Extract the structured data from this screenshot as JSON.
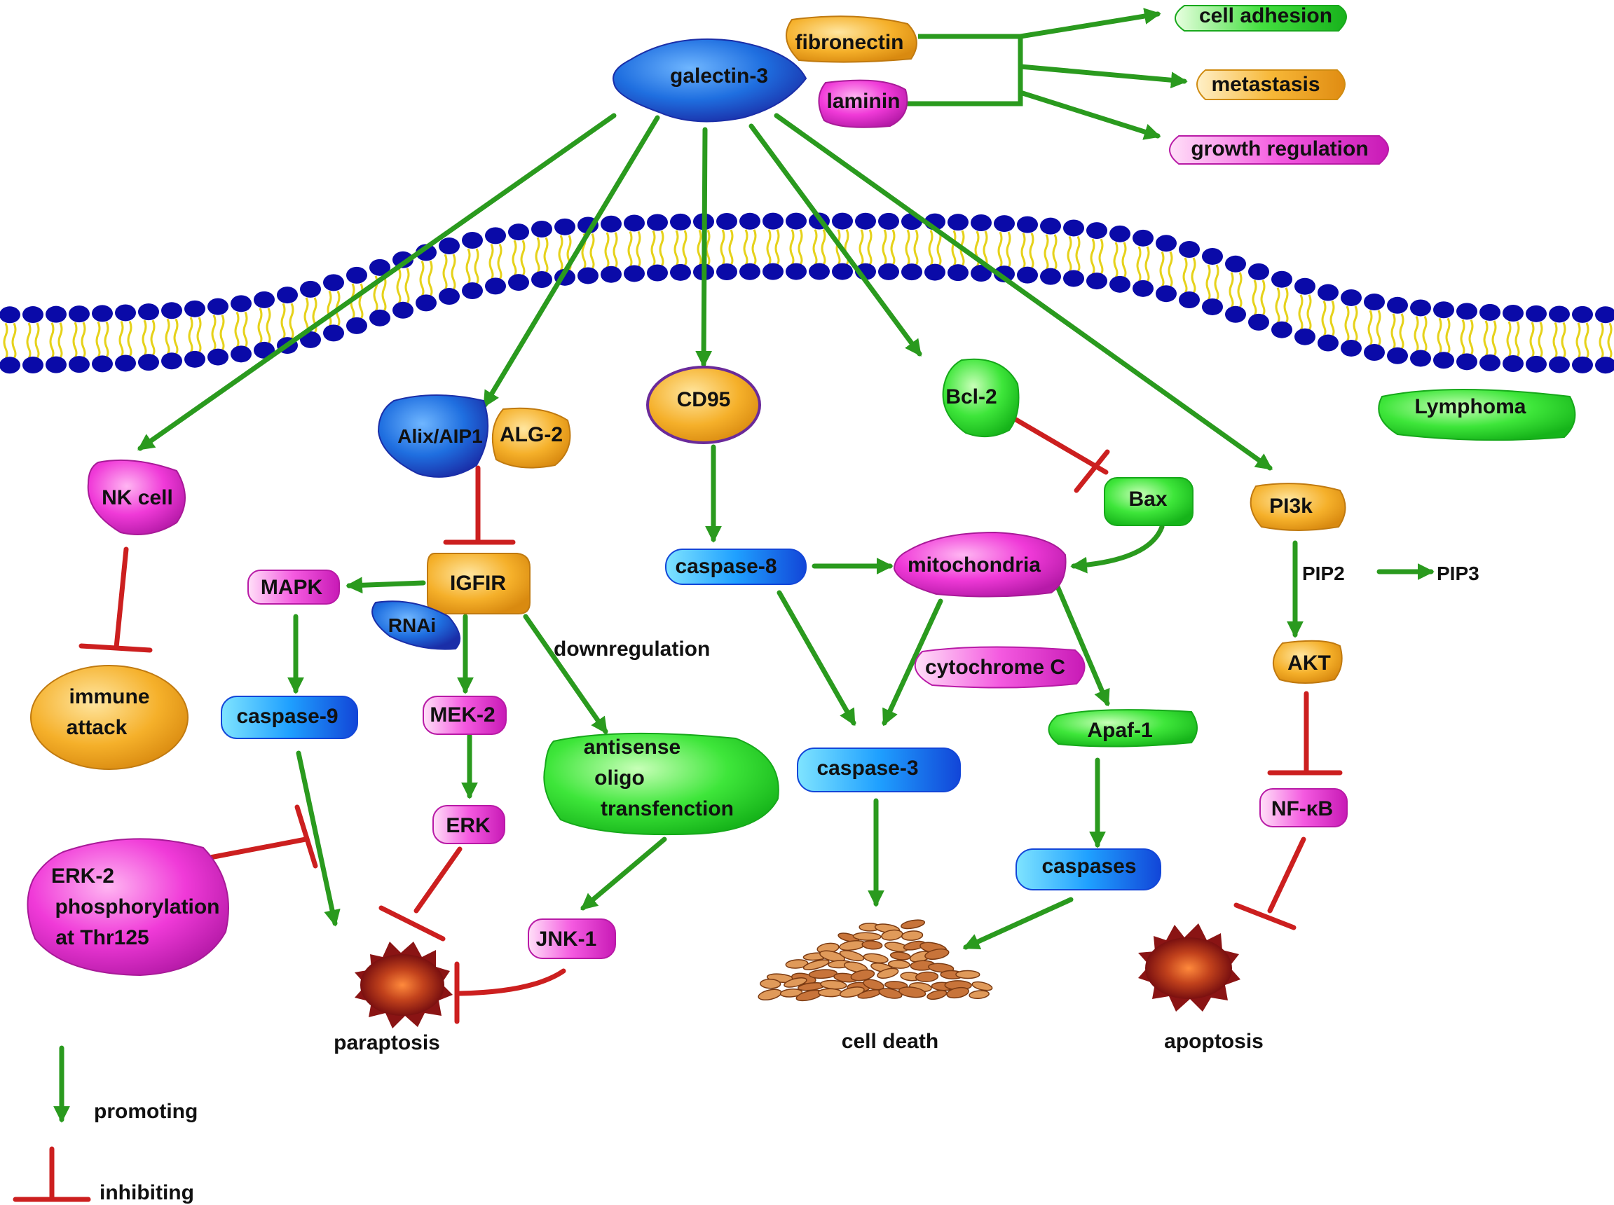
{
  "colors": {
    "promote": "#2a9a1e",
    "inhibit": "#cc1f1f",
    "head": "#0a0aa8",
    "tail": "#e6d21a"
  },
  "nodes": {
    "galectin3": "galectin-3",
    "fibronectin": "fibronectin",
    "laminin": "laminin",
    "cell_adhesion": "cell adhesion",
    "metastasis": "metastasis",
    "growth_regulation": "growth regulation",
    "lymphoma": "Lymphoma",
    "nk_cell": "NK cell",
    "immune_attack_1": "immune",
    "immune_attack_2": "attack",
    "alix": "Alix/AIP1",
    "alg2": "ALG-2",
    "igfir": "IGFIR",
    "mapk": "MAPK",
    "rnai": "RNAi",
    "caspase9": "caspase-9",
    "mek2": "MEK-2",
    "erk": "ERK",
    "downregulation": "downregulation",
    "antisense_1": "antisense",
    "antisense_2": "oligo",
    "antisense_3": "transfenction",
    "jnk1": "JNK-1",
    "erk2_1": "ERK-2",
    "erk2_2": "phosphorylation",
    "erk2_3": "at Thr125",
    "cd95": "CD95",
    "caspase8": "caspase-8",
    "caspase3": "caspase-3",
    "bcl2": "Bcl-2",
    "bax": "Bax",
    "mitochondria": "mitochondria",
    "cytochrome_c": "cytochrome C",
    "apaf1": "Apaf-1",
    "caspases": "caspases",
    "pi3k": "PI3k",
    "pip2": "PIP2",
    "pip3": "PIP3",
    "akt": "AKT",
    "nfkb": "NF-κB"
  },
  "outcomes": {
    "paraptosis": "paraptosis",
    "cell_death": "cell death",
    "apoptosis": "apoptosis"
  },
  "legend": {
    "promoting": "promoting",
    "inhibiting": "inhibiting"
  }
}
